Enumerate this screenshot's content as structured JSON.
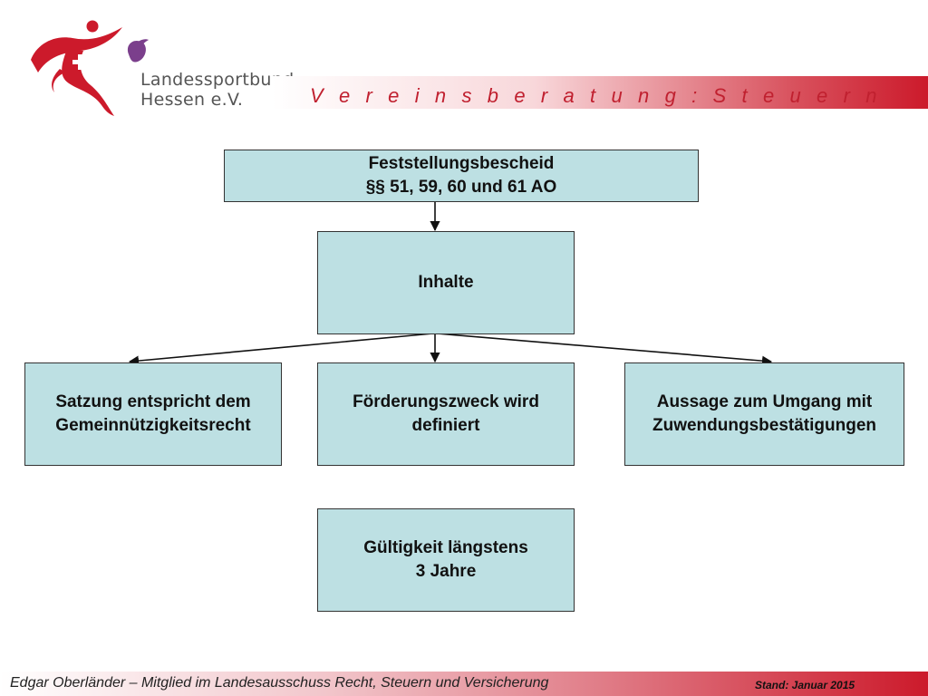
{
  "header": {
    "logo_line1": "Landessportbund",
    "logo_line2": "Hessen e.V.",
    "title": "V e r e i n s b e r a t u n g :   S t e u e r n"
  },
  "diagram": {
    "top_box": {
      "line1": "Feststellungsbescheid",
      "line2": "§§ 51, 59, 60 und 61 AO"
    },
    "middle_box": {
      "line1": "Inhalte"
    },
    "left_box": {
      "line1": "Satzung entspricht dem",
      "line2": "Gemeinnützigkeitsrecht"
    },
    "center_box": {
      "line1": "Förderungszweck wird",
      "line2": "definiert"
    },
    "right_box": {
      "line1": "Aussage zum Umgang mit",
      "line2": "Zuwendungsbestätigungen"
    },
    "bottom_box": {
      "line1": "Gültigkeit längstens",
      "line2": "3 Jahre"
    }
  },
  "footer": {
    "author": "Edgar Oberländer – Mitglied im Landesausschuss Recht, Steuern und Versicherung",
    "date": "Stand: Januar 2015"
  },
  "colors": {
    "accent": "#cc1a2b",
    "box_fill": "#bde0e3",
    "logo_purple": "#7b3f8c",
    "title_text": "#c0202f"
  }
}
